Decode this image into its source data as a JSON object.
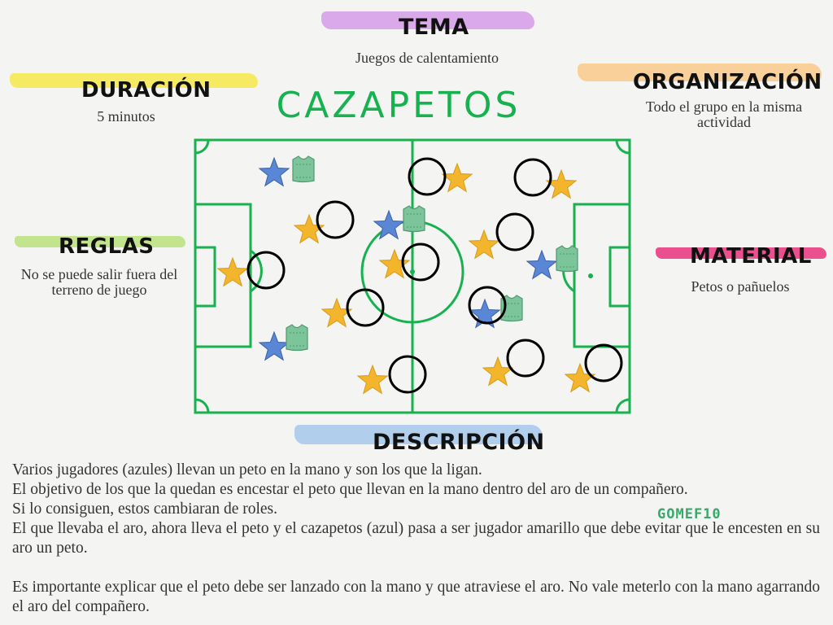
{
  "title": "CAZAPETOS",
  "colors": {
    "field_line": "#17b24f",
    "yellow_player": "#f3b52c",
    "blue_player": "#5a86d6",
    "bib": "#7cc49a",
    "ring": "#000000"
  },
  "sections": {
    "tema": {
      "heading": "TEMA",
      "text": "Juegos de calentamiento"
    },
    "duracion": {
      "heading": "DURACIÓN",
      "text": "5 minutos"
    },
    "organizacion": {
      "heading": "ORGANIZACIÓN",
      "text": "Todo el grupo en la misma actividad"
    },
    "reglas": {
      "heading": "REGLAS",
      "text": "No se puede salir fuera del terreno de juego"
    },
    "material": {
      "heading": "MATERIAL",
      "text": "Petos o pañuelos"
    },
    "descripcion": {
      "heading": "DESCRIPCIÓN",
      "paragraphs": [
        "Varios jugadores (azules) llevan un peto en la mano y son los que la ligan.",
        "El objetivo de los que la quedan es encestar el peto que llevan en la mano dentro del aro de un compañero.",
        "Si lo consiguen, estos cambiaran de roles.",
        "El que llevaba el aro, ahora lleva el peto y el cazapetos (azul) pasa a ser jugador amarillo que debe evitar que le encesten en su aro un peto.",
        "",
        "Es importante explicar que el peto debe ser lanzado con la mano y que atraviese el aro. No vale meterlo con la mano agarrando el aro del compañero."
      ]
    }
  },
  "brand": "GOMEF10",
  "diagram_icons": [
    "yellow-star-icon",
    "blue-star-icon",
    "bib-icon",
    "hoop-icon"
  ]
}
